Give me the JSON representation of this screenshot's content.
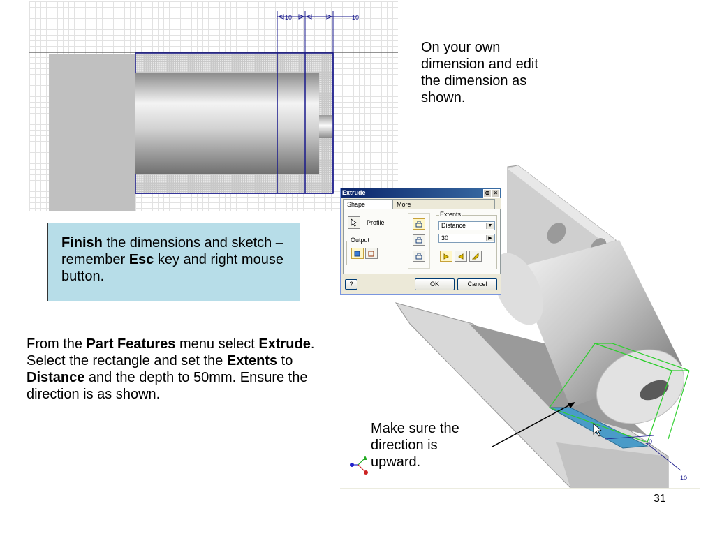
{
  "sketch": {
    "dimensions": [
      "10",
      "10"
    ]
  },
  "side_note": "On your own dimension and edit the dimension  as shown.",
  "finish_box": {
    "bold1": "Finish",
    "text1": " the dimensions and sketch – remember ",
    "bold2": "Esc",
    "text2": " key and right mouse button."
  },
  "instructions": {
    "t1": "From the ",
    "b1": "Part Features",
    "t2": " menu select ",
    "b2": "Extrude",
    "t3": ". Select the rectangle and set the ",
    "b3": "Extents",
    "t4": " to ",
    "b4": "Distance",
    "t5": " and the depth to 50mm. Ensure the direction is as shown."
  },
  "make_sure": "Make sure the direction is upward.",
  "page_number": "31",
  "dialog": {
    "title": "Extrude",
    "tabs": [
      "Shape",
      "More"
    ],
    "profile_label": "Profile",
    "output_label": "Output",
    "extents_label": "Extents",
    "extents_value": "Distance",
    "distance_value": "30",
    "ok_label": "OK",
    "cancel_label": "Cancel",
    "help_label": "?"
  },
  "model": {
    "dimensions": [
      "10",
      "10"
    ]
  },
  "colors": {
    "note_box": "#b7dde8",
    "sketch_line": "#1a1a8c",
    "preview_line": "#2fcf2f",
    "profile_fill": "#4a9bc8"
  }
}
